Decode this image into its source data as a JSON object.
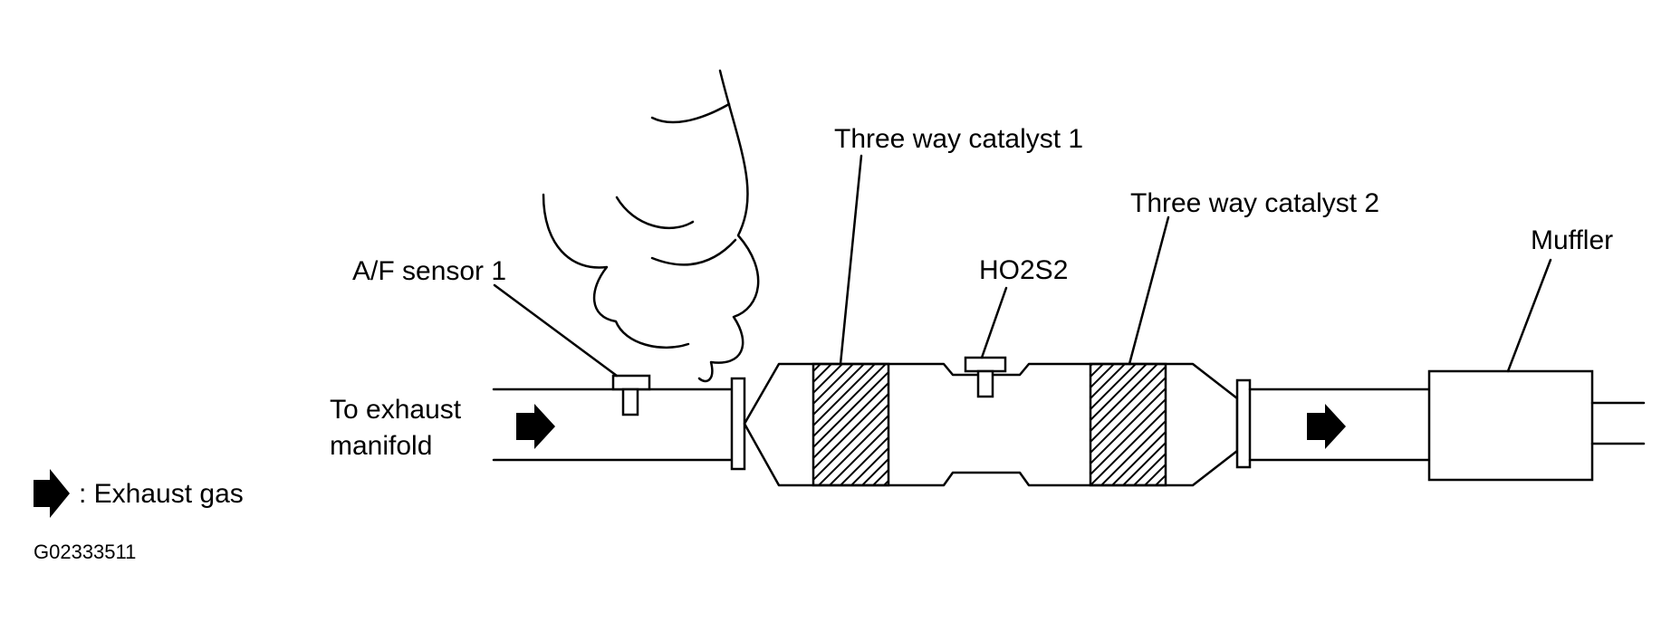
{
  "labels": {
    "af_sensor": "A/F sensor 1",
    "catalyst_1": "Three way catalyst 1",
    "catalyst_2": "Three way catalyst 2",
    "ho2s2": "HO2S2",
    "muffler": "Muffler",
    "inlet_line1": "To exhaust",
    "inlet_line2": "manifold",
    "legend": ": Exhaust gas",
    "figure_code": "G02333511"
  },
  "icons": {
    "flow_arrow": "right-arrow-icon"
  },
  "colors": {
    "ink": "#000000",
    "background": "#ffffff"
  }
}
